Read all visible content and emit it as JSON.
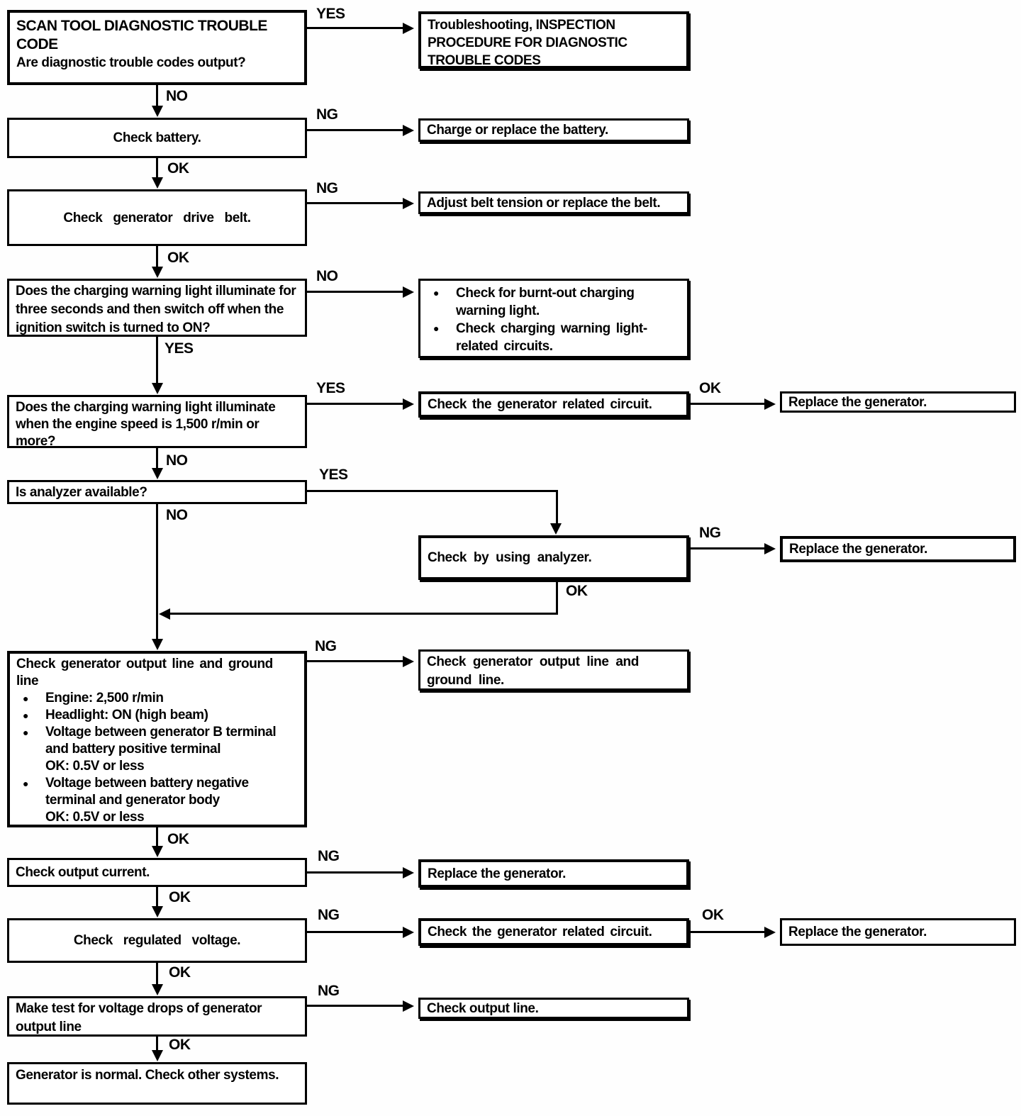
{
  "bullet_char": "●",
  "connector_labels": {
    "c1": "YES",
    "c2": "NO",
    "c3": "NG",
    "c4": "OK",
    "c5": "NG",
    "c6": "OK",
    "c7": "NO",
    "c8": "YES",
    "c9": "YES",
    "c10": "OK",
    "c11": "NO",
    "c12": "YES",
    "c13": "NO",
    "c14": "NG",
    "c15": "OK",
    "c16": "NG",
    "c17": "OK",
    "c18": "NG",
    "c19": "OK",
    "c20": "NG",
    "c21": "OK",
    "c22": "OK",
    "c23": "NG",
    "c24": "OK"
  },
  "nodes": {
    "scan_tool": {
      "title": "SCAN TOOL DIAGNOSTIC TROUBLE CODE",
      "question": "Are diagnostic trouble codes output?"
    },
    "dtc_procedure": "Troubleshooting, INSPECTION PROCEDURE FOR DIAGNOSTIC TROUBLE CODES",
    "check_battery": "Check battery.",
    "charge_battery": "Charge or replace the battery.",
    "check_belt": "Check generator drive belt.",
    "adjust_belt": "Adjust belt tension or replace the belt.",
    "warning_light_on": "Does the charging warning light illuminate for three seconds and then switch off when the ignition switch is turned to ON?",
    "warning_light_checks": [
      "Check for burnt-out charging warning light.",
      "Check charging warning light-related circuits."
    ],
    "warning_light_1500": "Does the charging warning light illuminate when the engine speed is 1,500 r/min or more?",
    "check_related_circuit_1": "Check the generator related circuit.",
    "replace_generator_1": "Replace the generator.",
    "analyzer_available": "Is analyzer available?",
    "check_analyzer": "Check by using analyzer.",
    "replace_generator_2": "Replace the generator.",
    "output_ground_line": {
      "title": "Check generator output line and ground line",
      "bullets": [
        {
          "text": "Engine: 2,500 r/min"
        },
        {
          "text": "Headlight: ON (high beam)"
        },
        {
          "text": "Voltage between generator B terminal and battery positive terminal",
          "ok_label": "OK:",
          "ok_value": "0.5V or less"
        },
        {
          "text": "Voltage between battery negative terminal and generator body",
          "ok_label": "OK:",
          "ok_value": "0.5V or less"
        }
      ]
    },
    "check_output_ground": "Check generator output line and ground line.",
    "check_output_current": "Check output current.",
    "replace_generator_3": "Replace the generator.",
    "check_regulated_voltage": "Check regulated voltage.",
    "check_related_circuit_2": "Check the generator related circuit.",
    "replace_generator_4": "Replace the generator.",
    "voltage_drop_test": "Make test for voltage drops of generator output line",
    "check_output_line": "Check output line.",
    "generator_normal": "Generator is normal.  Check other systems."
  }
}
